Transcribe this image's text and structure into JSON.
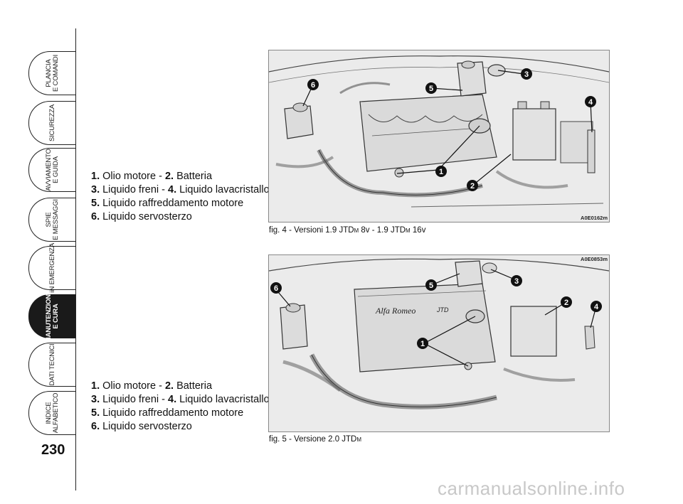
{
  "sidebar": {
    "tabs": [
      {
        "label": "PLANCIA\nE COMANDI",
        "active": false
      },
      {
        "label": "SICUREZZA",
        "active": false
      },
      {
        "label": "AVVIAMENTO\nE GUIDA",
        "active": false
      },
      {
        "label": "SPIE\nE MESSAGGI",
        "active": false
      },
      {
        "label": "IN EMERGENZA",
        "active": false
      },
      {
        "label": "MANUTENZIONE\nE CURA",
        "active": true
      },
      {
        "label": "DATI TECNICI",
        "active": false
      },
      {
        "label": "INDICE\nALFABETICO",
        "active": false
      }
    ],
    "page_number": "230"
  },
  "legend_top": {
    "lines": [
      [
        {
          "n": "1.",
          "t": " Olio motore - "
        },
        {
          "n": "2.",
          "t": " Batteria"
        }
      ],
      [
        {
          "n": "3.",
          "t": " Liquido freni - "
        },
        {
          "n": "4.",
          "t": " Liquido lavacristallo"
        }
      ],
      [
        {
          "n": "5.",
          "t": " Liquido raffreddamento motore"
        }
      ],
      [
        {
          "n": "6.",
          "t": " Liquido servosterzo"
        }
      ]
    ]
  },
  "legend_bottom": {
    "lines": [
      [
        {
          "n": "1.",
          "t": " Olio motore - "
        },
        {
          "n": "2.",
          "t": " Batteria"
        }
      ],
      [
        {
          "n": "3.",
          "t": " Liquido freni - "
        },
        {
          "n": "4.",
          "t": " Liquido lavacristallo"
        }
      ],
      [
        {
          "n": "5.",
          "t": " Liquido raffreddamento motore"
        }
      ],
      [
        {
          "n": "6.",
          "t": " Liquido servosterzo"
        }
      ]
    ]
  },
  "figure_top": {
    "code": "A0E0162m",
    "caption_prefix": "fig. 4 - Versioni 1.9 JTD",
    "caption_sub1": "M",
    "caption_mid": " 8v - 1.9 JTD",
    "caption_sub2": "M",
    "caption_suffix": " 16v",
    "callouts": [
      "1",
      "2",
      "3",
      "4",
      "5",
      "6"
    ]
  },
  "figure_bottom": {
    "code": "A0E0853m",
    "caption_prefix": "fig. 5 - Versione 2.0 JTD",
    "caption_sub1": "M",
    "brand_text": "Alfa Romeo",
    "engine_text": "JTD",
    "callouts": [
      "1",
      "2",
      "3",
      "4",
      "5",
      "6"
    ]
  },
  "watermark": "carmanualsonline.info"
}
